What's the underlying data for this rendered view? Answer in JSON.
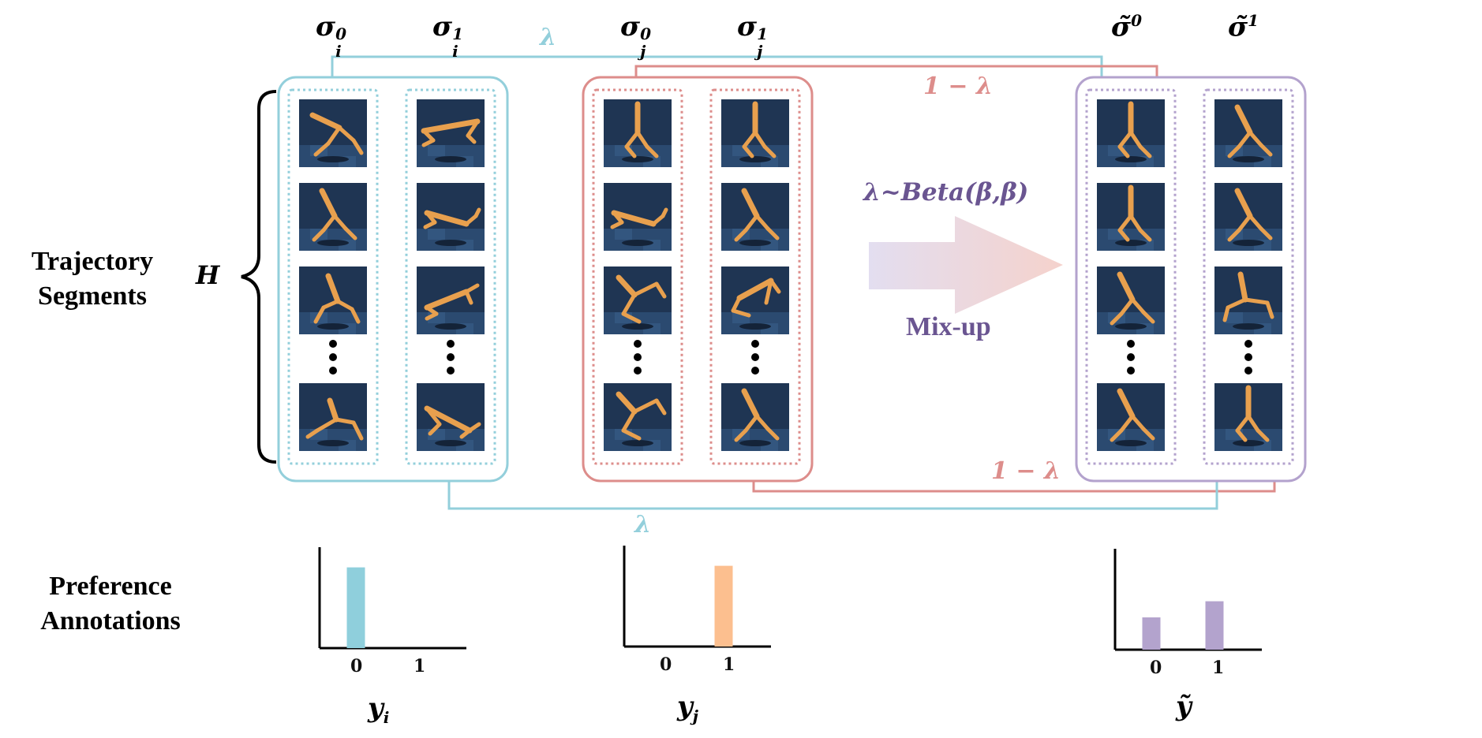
{
  "labels": {
    "trajectory": [
      "Trajectory",
      "Segments"
    ],
    "preference": [
      "Preference",
      "Annotations"
    ],
    "horizon": "H",
    "mixup_formula": "λ~Beta(β,β)",
    "mixup_caption": "Mix-up"
  },
  "headers": {
    "i0": {
      "base": "σ",
      "sup": "0",
      "sub": "i"
    },
    "i1": {
      "base": "σ",
      "sup": "1",
      "sub": "i"
    },
    "j0": {
      "base": "σ",
      "sup": "0",
      "sub": "j"
    },
    "j1": {
      "base": "σ",
      "sup": "1",
      "sub": "j"
    },
    "m0": {
      "base": "σ̃",
      "sup": "0"
    },
    "m1": {
      "base": "σ̃",
      "sup": "1"
    }
  },
  "weights": {
    "lambda_top": "λ",
    "one_minus_top": "1 − λ",
    "one_minus_bottom": "1 − λ",
    "lambda_bottom": "λ"
  },
  "chart_data": [
    {
      "type": "bar",
      "categories": [
        "0",
        "1"
      ],
      "values": [
        1.0,
        0.0
      ],
      "ylim": [
        0,
        1.25
      ],
      "color": "#8fcfdc",
      "xlabel": {
        "base": "y",
        "sub": "i"
      }
    },
    {
      "type": "bar",
      "categories": [
        "0",
        "1"
      ],
      "values": [
        0.0,
        1.0
      ],
      "ylim": [
        0,
        1.25
      ],
      "color": "#fcbf8f",
      "xlabel": {
        "base": "y",
        "sub": "j"
      }
    },
    {
      "type": "bar",
      "categories": [
        "0",
        "1"
      ],
      "values": [
        0.4,
        0.6
      ],
      "ylim": [
        0,
        1.25
      ],
      "color": "#b3a3cd",
      "xlabel": {
        "base": "ỹ"
      }
    }
  ],
  "colors": {
    "blue": "#93cfdb",
    "red": "#dd8d8b",
    "purple": "#b3a2cd",
    "frame_bg": "#1f3553",
    "figure": "#e8a04e",
    "formula": "#6a5591",
    "weight_red": "#dd8d8b",
    "weight_blue": "#93cfdb"
  },
  "frames": {
    "i0": [
      "run-left",
      "lean",
      "crouch",
      "low-kneel"
    ],
    "i1": [
      "dive",
      "flat",
      "fall",
      "low"
    ],
    "j0": [
      "stand",
      "flat",
      "tumble",
      "tumble"
    ],
    "j1": [
      "stand",
      "lean",
      "collapse",
      "lean"
    ],
    "m0": [
      "stand",
      "stand",
      "lean",
      "lean"
    ],
    "m1": [
      "lean",
      "lean",
      "kneel",
      "stand"
    ]
  }
}
